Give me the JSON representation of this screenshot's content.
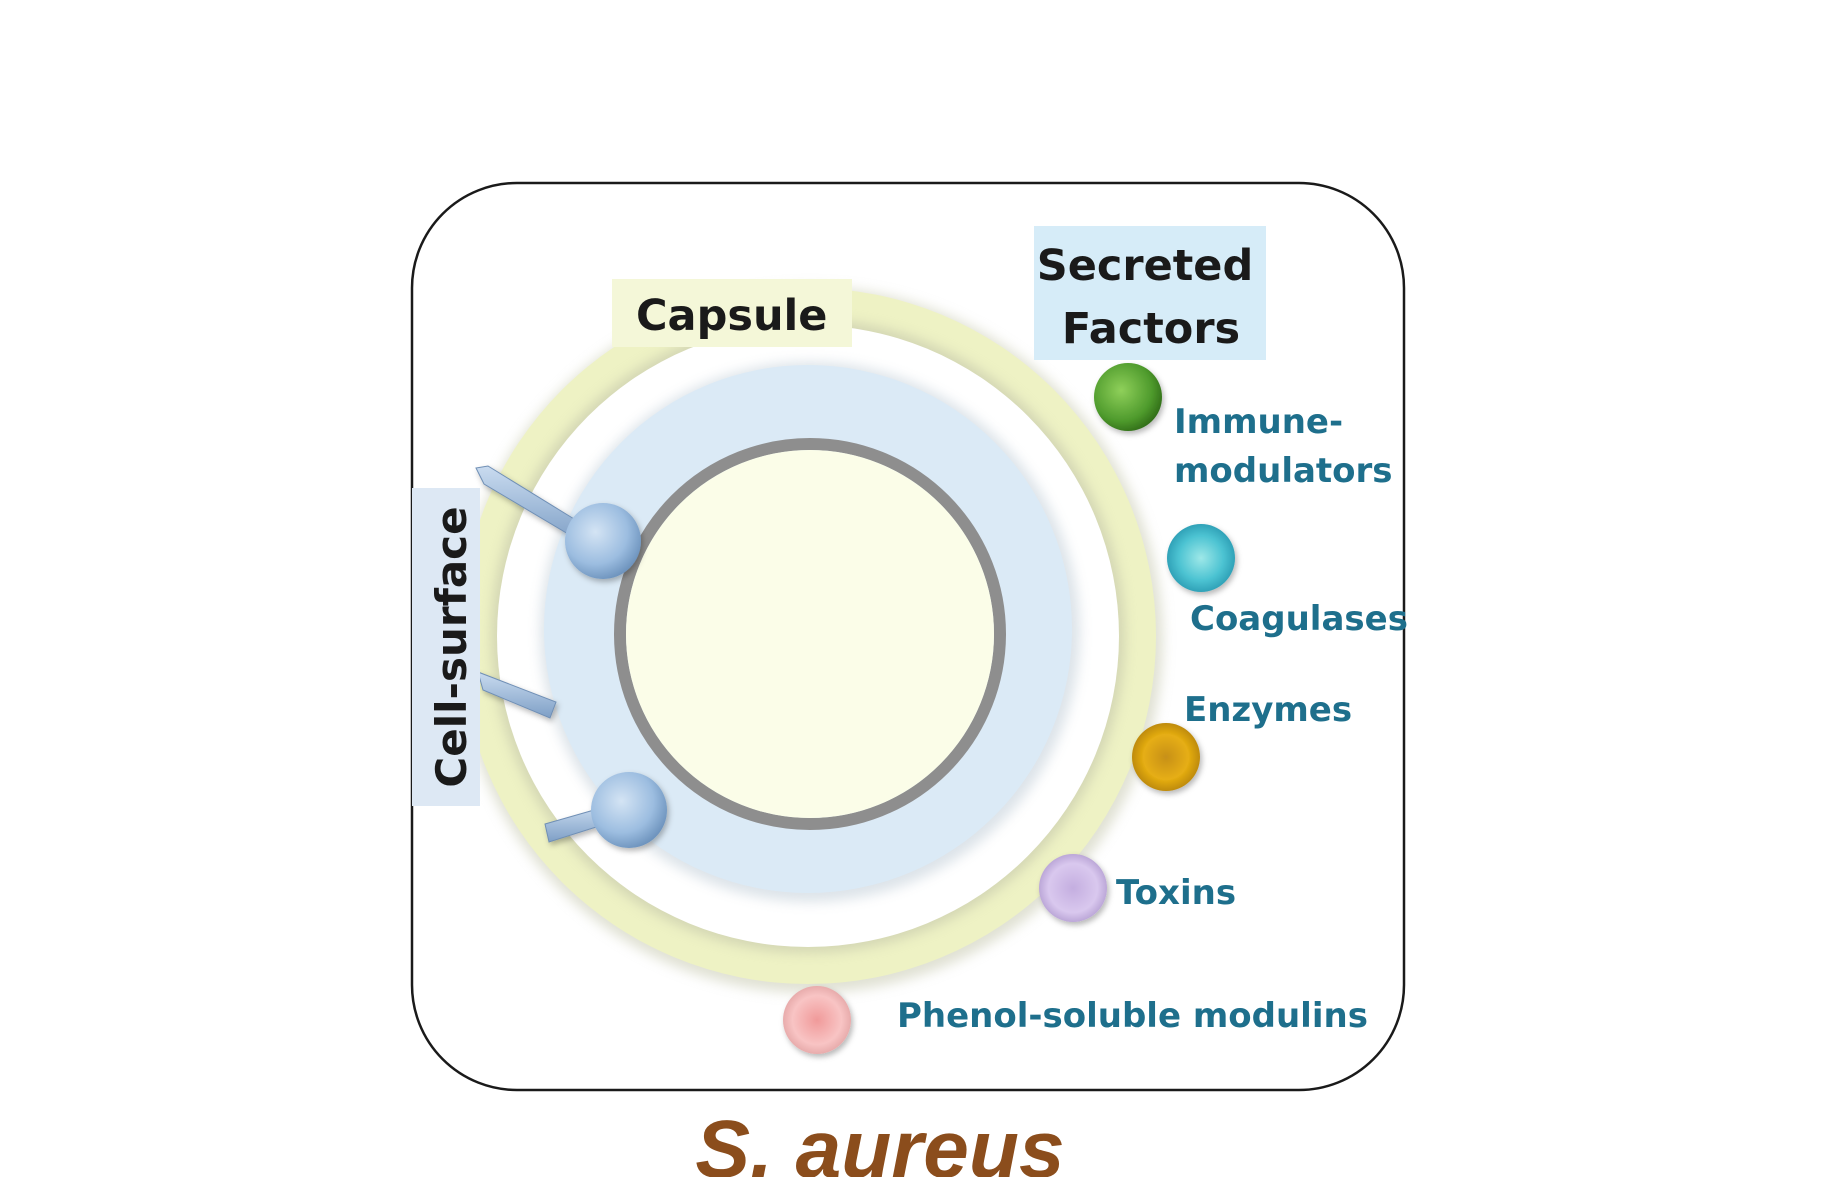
{
  "labels": {
    "capsule": "Capsule",
    "cell_surface": "Cell-surface",
    "secreted_line1": "Secreted",
    "secreted_line2": "Factors",
    "organism": "S. aureus"
  },
  "secreted_factors": [
    {
      "line1": "Immune-",
      "line2": "modulators",
      "color": "#4e9a2c",
      "icon": "green-sphere"
    },
    {
      "line1": "Coagulases",
      "color": "#3fb8c8",
      "icon": "cyan-sphere"
    },
    {
      "line1": "Enzymes",
      "color": "#d9a10c",
      "icon": "gold-sphere"
    },
    {
      "line1": "Toxins",
      "color": "#b69bd8",
      "icon": "lavender-sphere"
    },
    {
      "line1": "Phenol-soluble modulins",
      "color": "#f2a7a7",
      "icon": "pink-sphere"
    }
  ],
  "colors": {
    "frame_stroke": "#1a1a1a",
    "capsule_ring": "#eef2c4",
    "cell_wall": "#dbeaf6",
    "membrane": "#8e8e8e",
    "cytoplasm": "#fbfde8",
    "label_text": "#1e6f8c",
    "organism_text": "#8b4d1c",
    "secreted_bg": "#d6ecf8",
    "cell_surface_bg": "#dde8f4",
    "capsule_bg": "#f4f7d8",
    "surface_protein": "#9cbde0"
  }
}
